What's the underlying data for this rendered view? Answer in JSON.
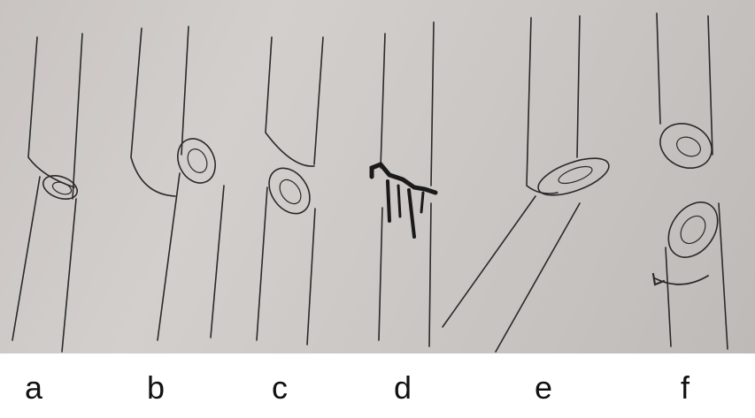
{
  "labels": [
    "a",
    "b",
    "c",
    "d",
    "e",
    "f"
  ]
}
